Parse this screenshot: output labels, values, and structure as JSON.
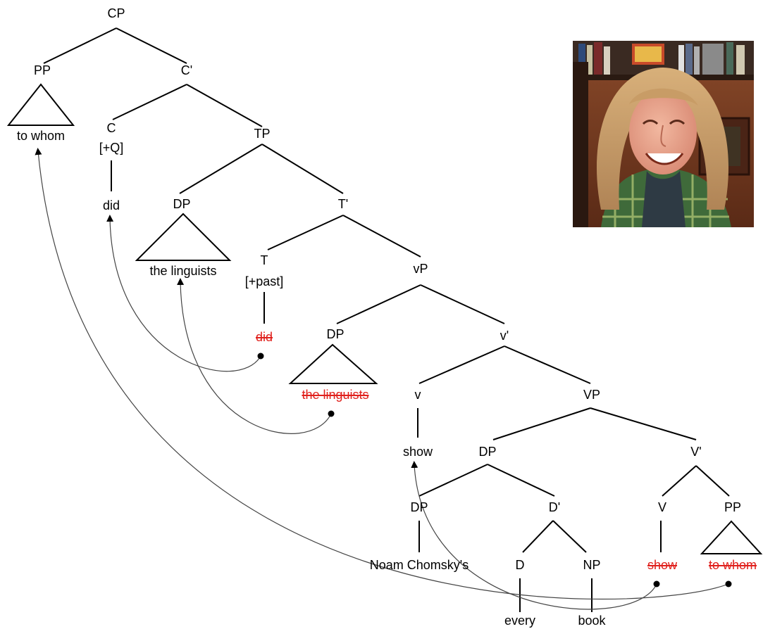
{
  "tree": {
    "labels": {
      "cp": "CP",
      "pp_spec": "PP",
      "c_bar": "C'",
      "to_whom": "to whom",
      "c": "C",
      "c_feature": "[+Q]",
      "did": "did",
      "tp": "TP",
      "dp_spec": "DP",
      "t_bar": "T'",
      "the_linguists": "the linguists",
      "t": "T",
      "t_feature": "[+past]",
      "vp_little": "vP",
      "did_trace": "did",
      "dp_subject": "DP",
      "v_bar_little": "v'",
      "the_linguists_trace": "the linguists",
      "v_little": "v",
      "vp_big": "VP",
      "show": "show",
      "dp_object": "DP",
      "v_bar": "V'",
      "dp_possessor": "DP",
      "d_bar": "D'",
      "v": "V",
      "pp_complement": "PP",
      "noam_chomskys": "Noam Chomsky's",
      "d": "D",
      "np": "NP",
      "show_trace": "show",
      "to_whom_trace": "to whom",
      "every": "every",
      "book": "book"
    }
  },
  "colors": {
    "text": "#000000",
    "trace": "#e0201c",
    "line": "#000000",
    "arrow": "#444444"
  },
  "photo": {
    "icon": "portrait-photo"
  }
}
